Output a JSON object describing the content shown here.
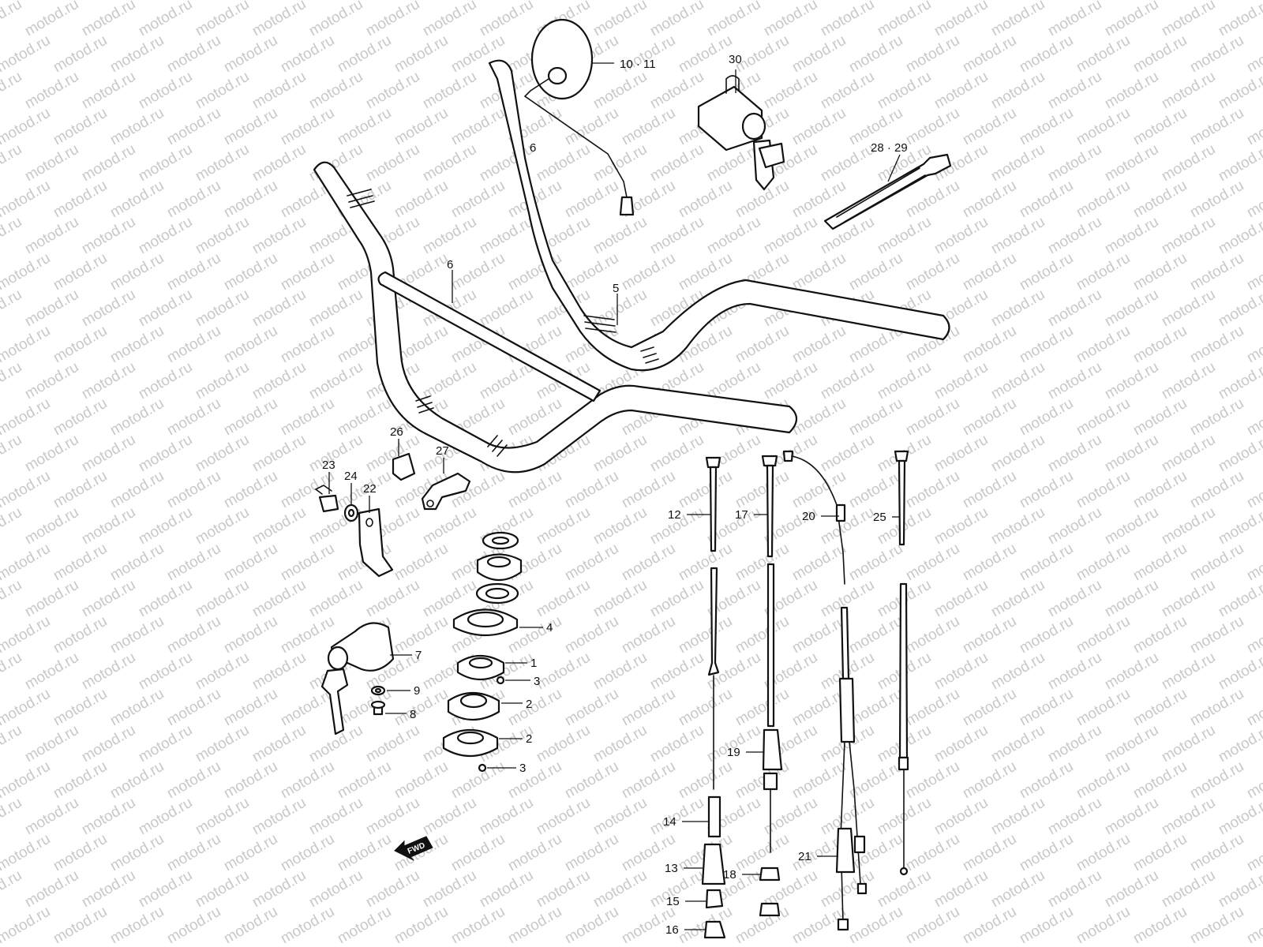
{
  "watermark": {
    "text": "motod.ru"
  },
  "callouts": {
    "c1": "1",
    "c2a": "2",
    "c2b": "2",
    "c3a": "3",
    "c3b": "3",
    "c4": "4",
    "c5": "5",
    "c6a": "6",
    "c6b": "6",
    "c7": "7",
    "c8": "8",
    "c9": "9",
    "c10_11": "10 · 11",
    "c12": "12",
    "c13": "13",
    "c14": "14",
    "c15": "15",
    "c16": "16",
    "c17": "17",
    "c18": "18",
    "c19": "19",
    "c20": "20",
    "c21": "21",
    "c22": "22",
    "c23": "23",
    "c24": "24",
    "c25": "25",
    "c26": "26",
    "c27": "27",
    "c28_29": "28 · 29",
    "c30": "30"
  },
  "fwd_label": "FWD",
  "colors": {
    "line": "#111111",
    "watermark": "#c8c8c8",
    "background": "#ffffff"
  }
}
